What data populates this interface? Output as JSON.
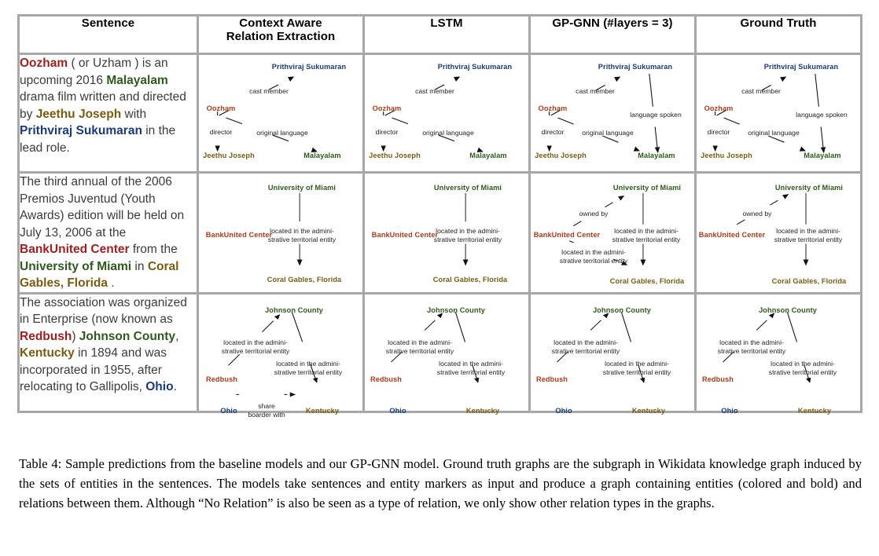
{
  "table": {
    "headers": [
      {
        "id": "sentence",
        "label": "Sentence"
      },
      {
        "id": "care",
        "label": "Context Aware\nRelation Extraction",
        "line1": "Context Aware",
        "line2": "Relation Extraction"
      },
      {
        "id": "lstm",
        "label": "LSTM"
      },
      {
        "id": "gpgnn",
        "label": "GP-GNN (#layers = 3)"
      },
      {
        "id": "gt",
        "label": "Ground Truth"
      }
    ],
    "rows": [
      {
        "sentence_parts": [
          {
            "t": "Oozham",
            "c": "red"
          },
          {
            "t": " ( or Uzham ) is an upcoming 2016 ",
            "c": "plain"
          },
          {
            "t": "Malayalam",
            "c": "green"
          },
          {
            "t": " drama film written and directed by ",
            "c": "plain"
          },
          {
            "t": "Jeethu Joseph",
            "c": "olive"
          },
          {
            "t": " with ",
            "c": "plain"
          },
          {
            "t": "Prithviraj Sukumaran",
            "c": "blue"
          },
          {
            "t": " in the lead role.",
            "c": "plain"
          }
        ],
        "graphs": {
          "care": {
            "edges": [
              "cast member",
              "director",
              "original language"
            ]
          },
          "lstm": {
            "edges": [
              "cast member",
              "director",
              "original language"
            ]
          },
          "gpgnn": {
            "edges": [
              "cast member",
              "director",
              "original language",
              "language spoken"
            ]
          },
          "gt": {
            "edges": [
              "cast member",
              "director",
              "original language",
              "language spoken"
            ]
          }
        },
        "nodes": {
          "prithviraj": "Prithviraj Sukumaran",
          "oozham": "Oozham",
          "jeethu": "Jeethu Joseph",
          "malayalam": "Malayalam"
        },
        "labels": {
          "cast_member": "cast member",
          "director": "director",
          "original_language": "original language",
          "language_spoken": "language spoken"
        }
      },
      {
        "sentence_parts": [
          {
            "t": "The third annual of the 2006 Premios Juventud (Youth Awards) edition will be held on July 13, 2006 at the ",
            "c": "plain"
          },
          {
            "t": "BankUnited Center",
            "c": "red"
          },
          {
            "t": " from the ",
            "c": "plain"
          },
          {
            "t": "University of Miami",
            "c": "green"
          },
          {
            "t": " in ",
            "c": "plain"
          },
          {
            "t": "Coral Gables",
            "c": "olive"
          },
          {
            "t": ", ",
            "c": "olive"
          },
          {
            "t": "Florida",
            "c": "olive"
          },
          {
            "t": " .",
            "c": "plain"
          }
        ],
        "graphs": {
          "care": {
            "edges": [
              "located in the administrative territorial entity"
            ]
          },
          "lstm": {
            "edges": [
              "located in the administrative territorial entity"
            ]
          },
          "gpgnn": {
            "edges": [
              "owned by",
              "located in the administrative territorial entity",
              "located in the administrative territorial entity"
            ]
          },
          "gt": {
            "edges": [
              "owned by",
              "located in the administrative territorial entity"
            ]
          }
        },
        "nodes": {
          "miami": "University of Miami",
          "bankunited": "BankUnited Center",
          "coralgables": "Coral Gables, Florida"
        },
        "labels": {
          "owned_by": "owned by",
          "located_l1": "located in the admini-",
          "located_l2": "strative territorial entity"
        }
      },
      {
        "sentence_parts": [
          {
            "t": "The association was organized in Enterprise (now known as ",
            "c": "plain"
          },
          {
            "t": "Redbush",
            "c": "red"
          },
          {
            "t": ") ",
            "c": "plain"
          },
          {
            "t": "Johnson County",
            "c": "green"
          },
          {
            "t": ", ",
            "c": "plain"
          },
          {
            "t": "Kentucky",
            "c": "olive"
          },
          {
            "t": " in 1894 and was incorporated in 1955, after relocating to Gallipolis, ",
            "c": "plain"
          },
          {
            "t": "Ohio",
            "c": "blue"
          },
          {
            "t": ".",
            "c": "plain"
          }
        ],
        "graphs": {
          "care": {
            "edges": [
              "located in the administrative territorial entity",
              "located in the administrative territorial entity",
              "share boarder with"
            ]
          },
          "lstm": {
            "edges": [
              "located in the administrative territorial entity",
              "located in the administrative territorial entity"
            ]
          },
          "gpgnn": {
            "edges": [
              "located in the administrative territorial entity",
              "located in the administrative territorial entity"
            ]
          },
          "gt": {
            "edges": [
              "located in the administrative territorial entity",
              "located in the administrative territorial entity"
            ]
          }
        },
        "nodes": {
          "johnson": "Johnson County",
          "redbush": "Redbush",
          "ohio": "Ohio",
          "kentucky": "Kentucky"
        },
        "labels": {
          "located_l1": "located in the admini-",
          "located_l2": "strative territorial entity",
          "share_l1": "share",
          "share_l2": "boarder with"
        }
      }
    ]
  },
  "caption": {
    "label": "Table 4:",
    "text": "  Sample predictions from the baseline models and our GP-GNN model.  Ground truth graphs are the subgraph in Wikidata knowledge graph induced by the sets of entities in the sentences. The models take sentences and entity markers as input and produce a graph containing entities (colored and bold) and relations between them. Although “No Relation” is also be seen as a type of relation, we only show other relation types in the graphs."
  },
  "colors": {
    "entity_red": "#a02020",
    "entity_green": "#2d5a1b",
    "entity_olive": "#7a5c10",
    "entity_blue": "#1a3a7a",
    "node_red": "#b03a1a",
    "border": "#a8a8a8",
    "text": "#3b3b3b"
  }
}
